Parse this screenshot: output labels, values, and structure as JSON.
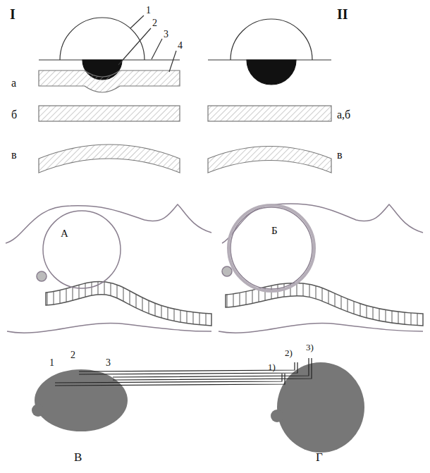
{
  "diagram": {
    "nodes": [
      {
        "text": [
          "А"
        ]
      },
      {
        "text": [
          "Б"
        ]
      }
    ],
    "labels": [
      "I",
      "1",
      "2",
      "3",
      "4",
      "а",
      "б",
      "в",
      "II",
      "а,б",
      "в",
      "1",
      "2",
      "3",
      "1)",
      "2)",
      "3)",
      "В",
      "Г"
    ]
  }
}
